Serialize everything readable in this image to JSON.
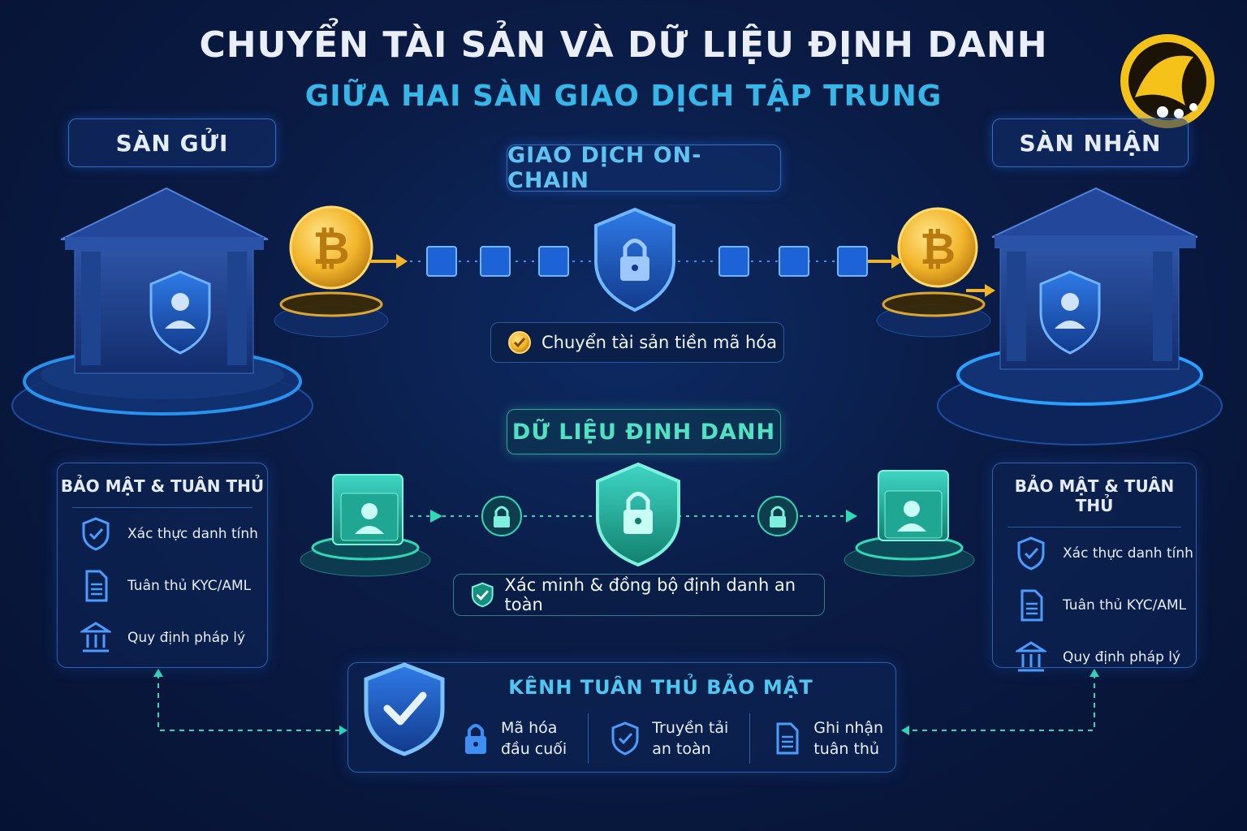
{
  "header": {
    "title": "CHUYỂN TÀI SẢN VÀ DỮ LIỆU ĐỊNH DANH",
    "subtitle": "GIỮA HAI SÀN GIAO DỊCH TẬP TRUNG"
  },
  "sender": {
    "label": "SÀN GỬI"
  },
  "receiver": {
    "label": "SÀN NHẬN"
  },
  "onchain": {
    "label": "GIAO DỊCH ON-CHAIN",
    "caption": "Chuyển tài sản tiền mã hóa"
  },
  "identity": {
    "label": "DỮ LIỆU ĐỊNH DANH",
    "caption": "Xác minh & đồng bộ định danh an toàn"
  },
  "left_panel": {
    "title": "BẢO MẬT & TUÂN THỦ",
    "items": [
      {
        "label": "Xác thực danh tính",
        "icon": "shield-check-icon"
      },
      {
        "label": "Tuân thủ KYC/AML",
        "icon": "document-icon"
      },
      {
        "label": "Quy định pháp lý",
        "icon": "bank-icon"
      }
    ]
  },
  "right_panel": {
    "title": "BẢO MẬT & TUÂN THỦ",
    "items": [
      {
        "label": "Xác thực danh tính",
        "icon": "shield-check-icon"
      },
      {
        "label": "Tuân thủ KYC/AML",
        "icon": "document-icon"
      },
      {
        "label": "Quy định pháp lý",
        "icon": "bank-icon"
      }
    ]
  },
  "compliance_channel": {
    "title": "KÊNH TUÂN THỦ BẢO MẬT",
    "items": [
      {
        "label": "Mã hóa\nđầu cuối",
        "icon": "lock-icon"
      },
      {
        "label": "Truyền tải\nan toàn",
        "icon": "shield-check-icon"
      },
      {
        "label": "Ghi nhận\ntuân thủ",
        "icon": "document-icon"
      }
    ]
  },
  "colors": {
    "background": "#0a1b44",
    "accent_blue": "#36b7e8",
    "accent_teal": "#2fd9b5",
    "gold": "#f2b52a"
  }
}
